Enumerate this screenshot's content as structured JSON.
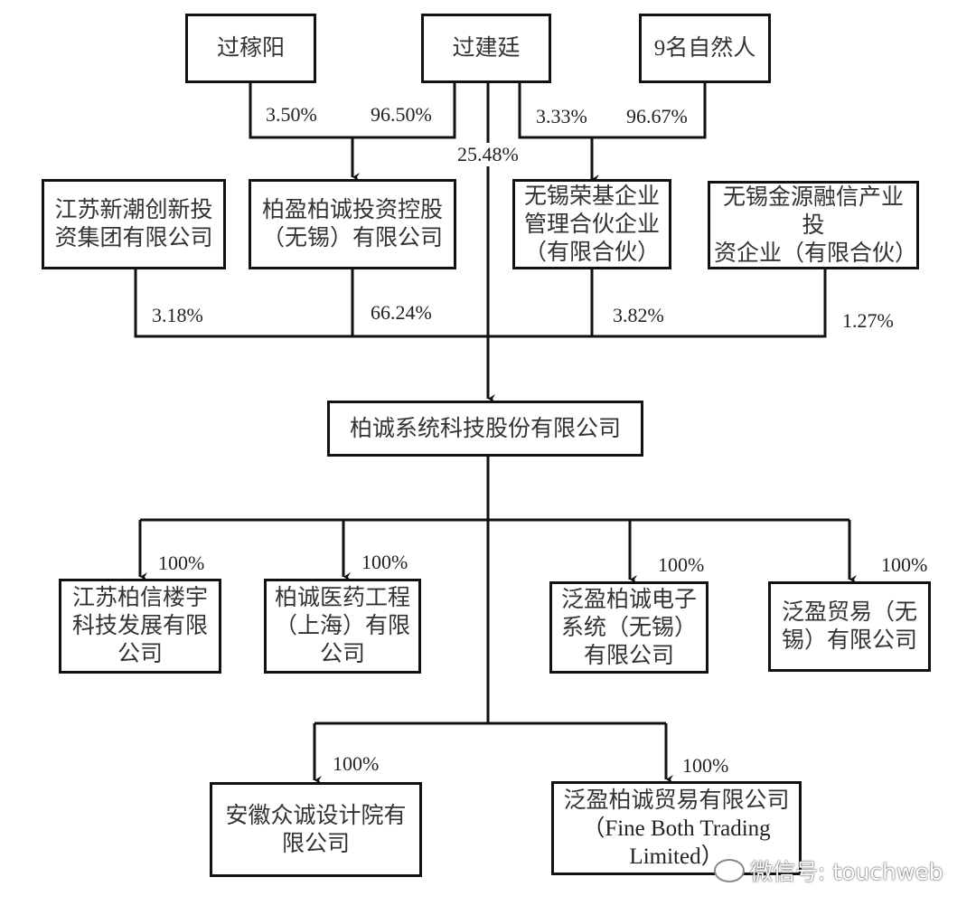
{
  "title": "柏诚系统科技股份有限公司股权结构图",
  "shareholders_top": [
    {
      "name": "过稼阳"
    },
    {
      "name": "过建廷"
    },
    {
      "name": "9名自然人"
    }
  ],
  "holdings_top": {
    "guo_jiayang_to_boying": "3.50%",
    "guo_jianting_to_boying": "96.50%",
    "guo_jianting_direct": "25.48%",
    "guo_jianting_to_rongji": "3.33%",
    "nine_persons_to_rongji": "96.67%"
  },
  "shareholders_mid": [
    {
      "line1": "江苏新潮创新投",
      "line2": "资集团有限公司",
      "pct": "3.18%"
    },
    {
      "line1": "柏盈柏诚投资控股",
      "line2": "（无锡）有限公司",
      "pct": "66.24%"
    },
    {
      "line1": "无锡荣基企业",
      "line2": "管理合伙企业",
      "line3": "（有限合伙）",
      "pct": "3.82%"
    },
    {
      "line1": "无锡金源融信产业投",
      "line2": "资企业（有限合伙）",
      "pct": "1.27%"
    }
  ],
  "main_company": "柏诚系统科技股份有限公司",
  "subsidiaries_row1": [
    {
      "line1": "江苏柏信楼宇",
      "line2": "科技发展有限",
      "line3": "公司",
      "pct": "100%"
    },
    {
      "line1": "柏诚医药工程",
      "line2": "（上海）有限",
      "line3": "公司",
      "pct": "100%"
    },
    {
      "line1": "泛盈柏诚电子",
      "line2": "系统（无锡）",
      "line3": "有限公司",
      "pct": "100%"
    },
    {
      "line1": "泛盈贸易（无",
      "line2": "锡）有限公司",
      "pct": "100%"
    }
  ],
  "subsidiaries_row2": [
    {
      "line1": "安徽众诚设计院有",
      "line2": "限公司",
      "pct": "100%"
    },
    {
      "line1": "泛盈柏诚贸易有限公司",
      "line2": "（Fine Both Trading",
      "line3": "Limited）",
      "pct": "100%"
    }
  ],
  "watermark": "微信号: touchweb"
}
